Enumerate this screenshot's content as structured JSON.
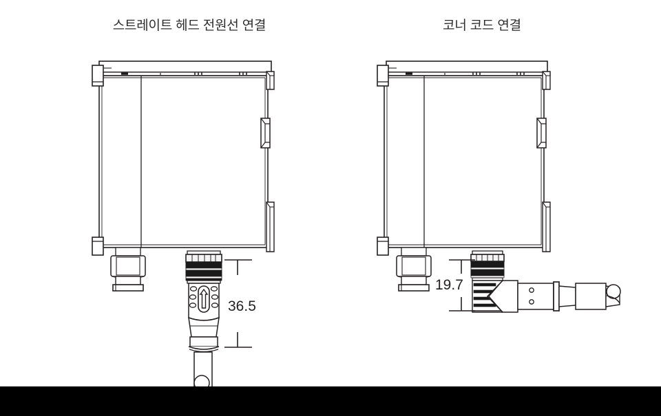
{
  "page": {
    "background_color": "#ffffff",
    "line_color": "#231f20",
    "fill_light": "#f2f2f2",
    "fill_dark": "#1a1a1a",
    "bottom_bar_color": "#000000"
  },
  "panels": [
    {
      "id": "straight-head",
      "title": "스트레이트 헤드 전원선 연결",
      "dimension": {
        "value": "36.5",
        "unit_implied": "mm",
        "describes": "straight connector overall length"
      },
      "connector_type": "straight",
      "parts": [
        "sensor-body",
        "top-cover",
        "left-mounting-flange",
        "right-latch",
        "bottom-left-gland",
        "knurled-coupling-nut",
        "connector-body",
        "arrow-keyway-marker",
        "strain-relief",
        "cable"
      ]
    },
    {
      "id": "corner-cord",
      "title": "코너 코드 연결",
      "dimension": {
        "value": "19.7",
        "unit_implied": "mm",
        "describes": "right-angle connector height"
      },
      "connector_type": "right-angle",
      "parts": [
        "sensor-body",
        "top-cover",
        "left-mounting-flange",
        "right-latch",
        "bottom-left-gland",
        "knurled-coupling-nut",
        "angled-connector-body",
        "cable-boot",
        "cable",
        "cable-end-loop"
      ]
    }
  ],
  "bottom_bar": {
    "label": ""
  }
}
